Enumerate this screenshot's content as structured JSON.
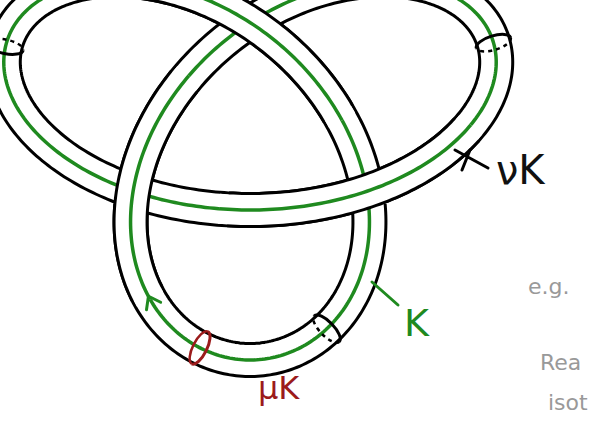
{
  "diagram": {
    "labels": [
      "νK",
      "K",
      "μK",
      "e.g.",
      "Rea",
      "isot"
    ]
  }
}
